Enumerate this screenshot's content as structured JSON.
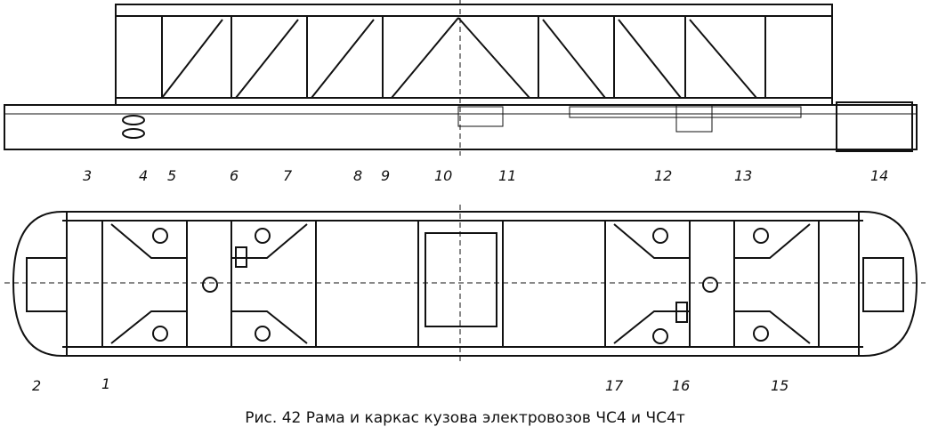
{
  "caption": "Рис. 42  Рама и каркас кузова электровозов ЧС4 и ЧС4т",
  "labels": [
    "1",
    "2",
    "3",
    "4",
    "5",
    "6",
    "7",
    "8",
    "9",
    "10",
    "11",
    "12",
    "13",
    "14",
    "15",
    "16",
    "17"
  ]
}
